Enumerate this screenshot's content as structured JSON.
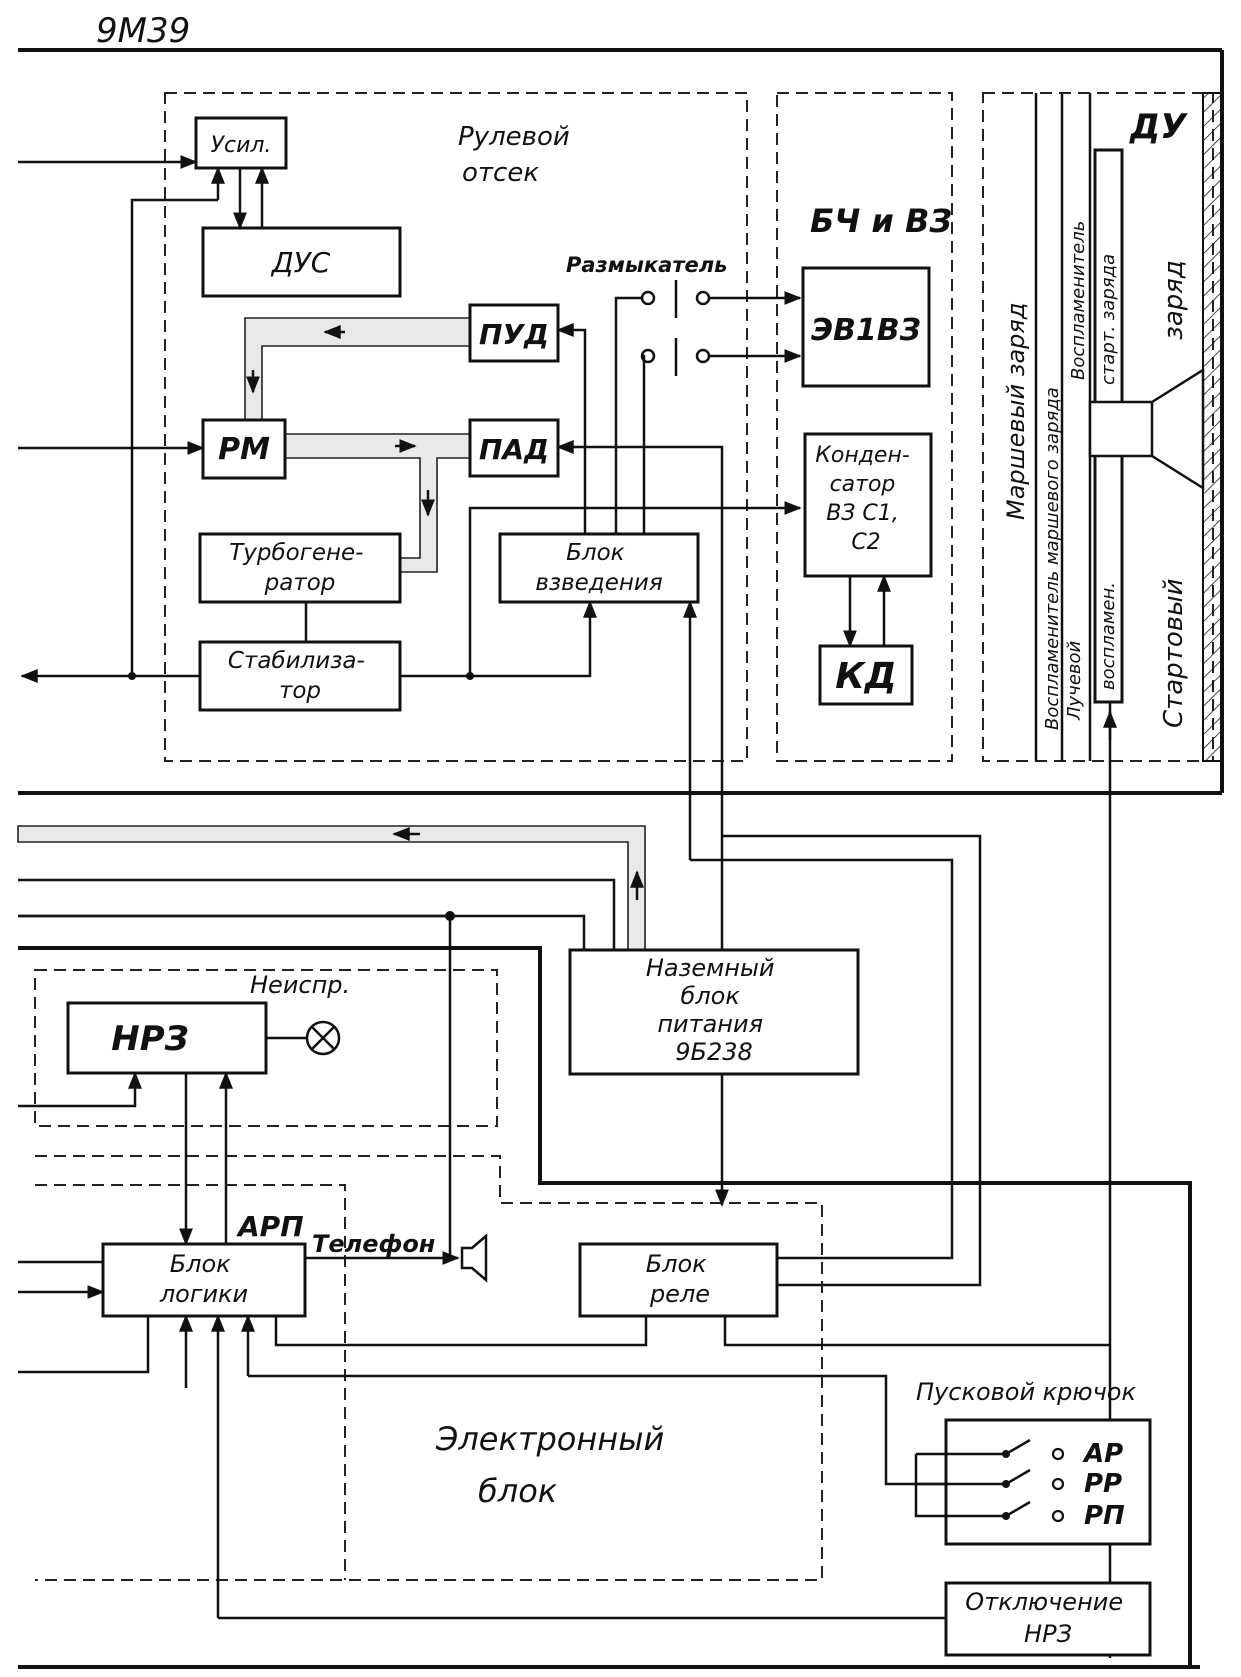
{
  "title": "9М39",
  "steering_compartment": "Рулевой отсек",
  "blocks": {
    "amplifier": "Усил.",
    "dus": "ДУС",
    "pud": "ПУД",
    "pad": "ПАД",
    "rm": "РМ",
    "turbogenerator": [
      "Турбогене-",
      "ратор"
    ],
    "stabilizer": [
      "Стабилиза-",
      "тор"
    ],
    "arming_block": [
      "Блок",
      "взведения"
    ],
    "breaker": "Размыкатель",
    "warhead": "БЧ и ВЗ",
    "evvz": "ЭВ1ВЗ",
    "capacitor": [
      "Конден-",
      "сатор",
      "ВЗ С1,",
      "С2"
    ],
    "kd": "КД",
    "engine": "ДУ",
    "cruise_charge": "Маршевый заряд",
    "cruise_igniter": "Воспламенитель маршевого заряда",
    "start_igniter": [
      "Воспламенитель",
      "старт. заряда"
    ],
    "beam_igniter": [
      "Лучевой",
      "воспламен."
    ],
    "start_charge": [
      "Стартовый",
      "заряд"
    ],
    "ground_power": [
      "Наземный",
      "блок",
      "питания",
      "9Б238"
    ],
    "fault": "Неиспр.",
    "nrz": "НРЗ",
    "arp": "АРП",
    "telephone": "Телефон",
    "logic_block": [
      "Блок",
      "логики"
    ],
    "relay_block": [
      "Блок",
      "реле"
    ],
    "electronic_block": [
      "Электронный",
      "блок"
    ],
    "launch_hook": "Пусковой крючок",
    "hook_positions": [
      "АР",
      "РР",
      "РП"
    ],
    "nrz_off": [
      "Отключение",
      "НРЗ"
    ]
  }
}
